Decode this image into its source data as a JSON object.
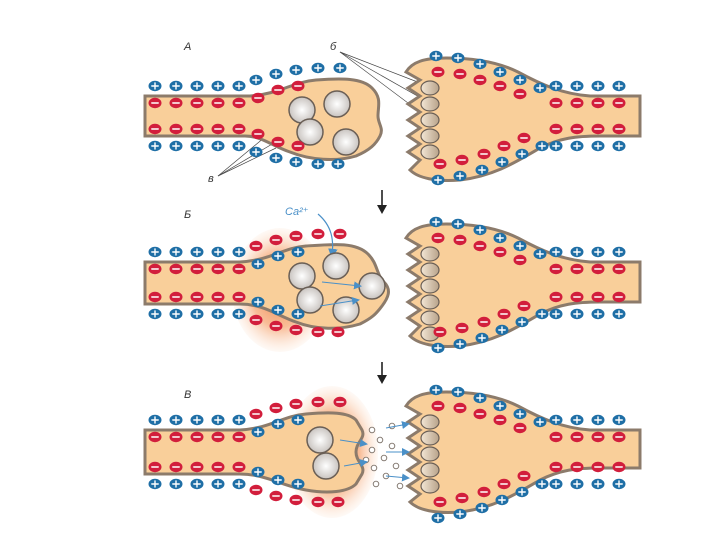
{
  "panels": [
    {
      "id": "A",
      "label": "А",
      "stage": "resting"
    },
    {
      "id": "B",
      "label": "Б",
      "stage": "depolarization-calcium-entry"
    },
    {
      "id": "C",
      "label": "В",
      "stage": "exocytosis"
    }
  ],
  "labels": {
    "receptors": "б",
    "vesicles": "в",
    "calcium": "Ca²⁺"
  },
  "colors": {
    "membrane_fill": "#f9cf9a",
    "membrane_stroke": "#8c7b6b",
    "plus_ion": "#1f6fa6",
    "minus_ion": "#d21e3c",
    "calcium_arrow": "#4a90c8",
    "depolarization_glow": "#f07a3a"
  },
  "icons": {
    "arrow_between": "down-arrow-icon",
    "vesicle": "synaptic-vesicle-icon",
    "receptor": "receptor-icon"
  }
}
